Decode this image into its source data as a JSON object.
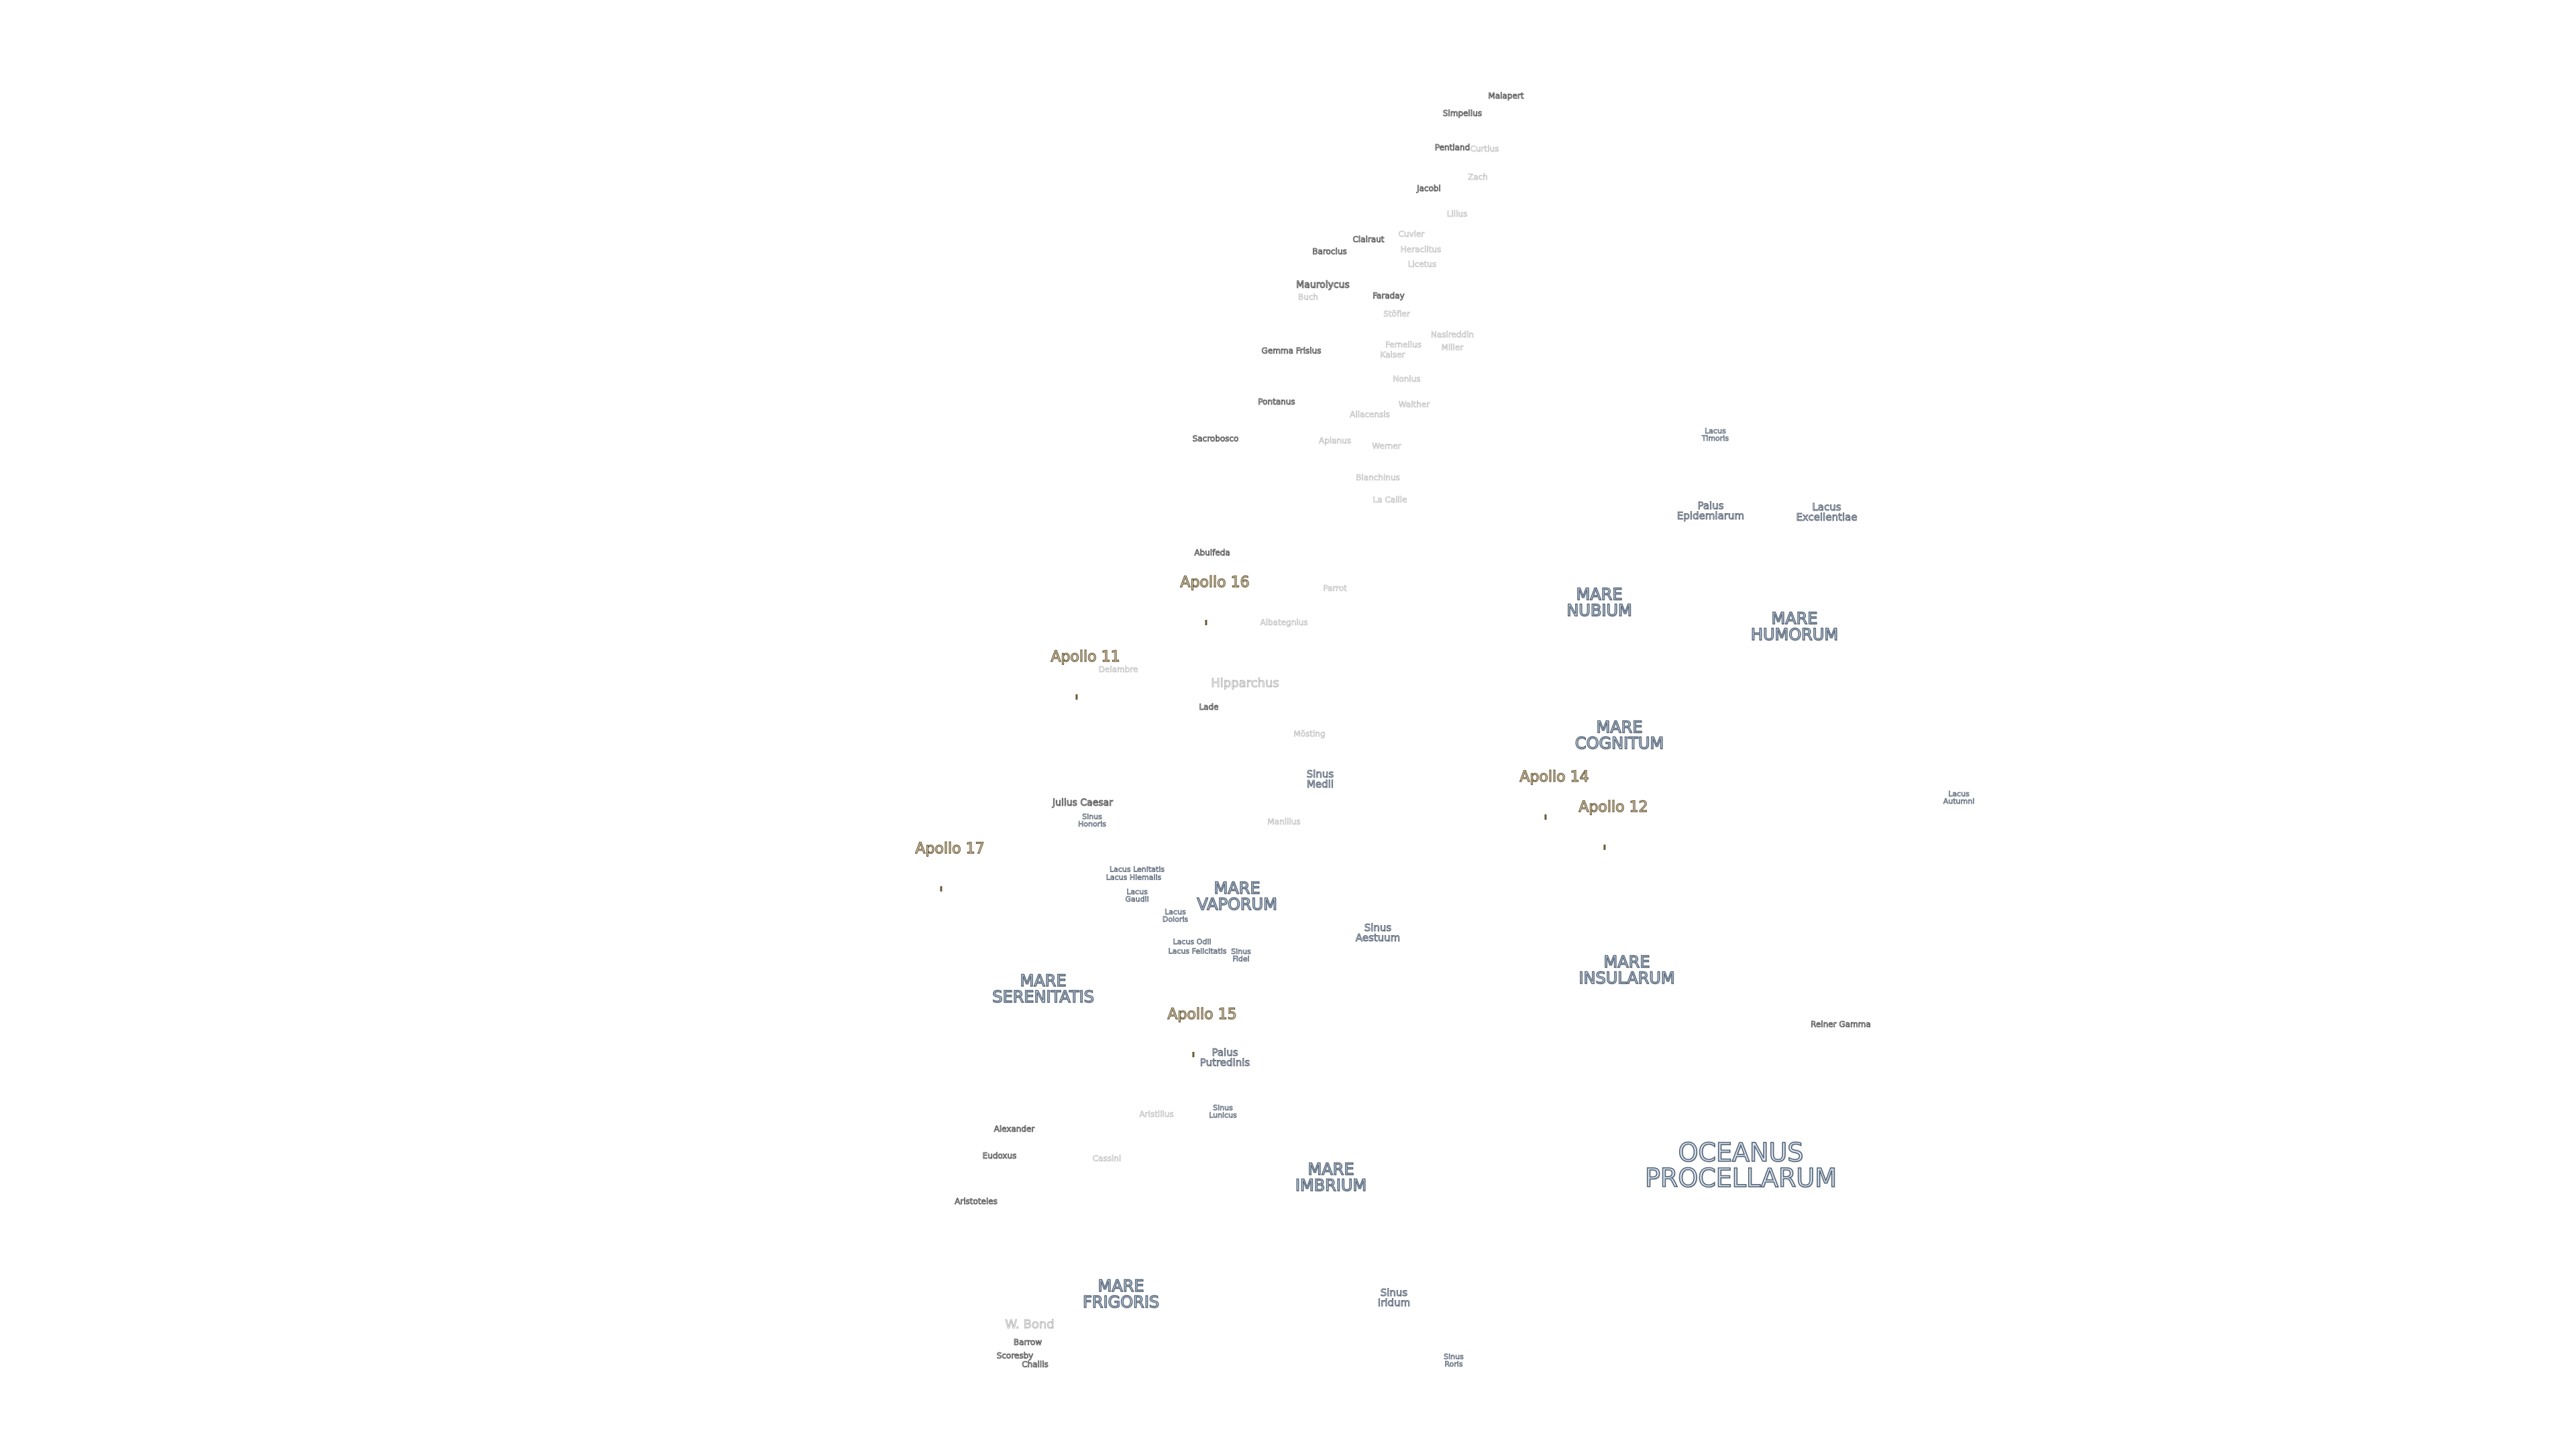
{
  "map": {
    "colors": {
      "background": "#ffffff",
      "mare_text_fill": "#dde6f0",
      "mare_text_outline": "#55667a",
      "crater_text_outline": "#505050",
      "apollo_text_fill": "#fbf3e0",
      "apollo_text_outline": "#6b5a38"
    },
    "labels": {
      "malapert": "Malapert",
      "simpelius": "Simpelius",
      "pentland": "Pentland",
      "curtius": "Curtius",
      "zach": "Zach",
      "jacobi": "Jacobi",
      "lilius": "Lilius",
      "clairaut": "Clairaut",
      "cuvier": "Cuvier",
      "barocius": "Barocius",
      "heraclitus": "Heraclitus",
      "licetus": "Licetus",
      "maurolycus": "Maurolycus",
      "buch": "Buch",
      "faraday": "Faraday",
      "stofler": "Stöfler",
      "gemma_frisius": "Gemma Frisius",
      "fernelius": "Fernelius",
      "nasireddin": "Nasireddin",
      "kaiser": "Kaiser",
      "miller": "Miller",
      "nonius": "Nonius",
      "pontanus": "Pontanus",
      "walther": "Walther",
      "aliacensis": "Aliacensis",
      "sacrobosco": "Sacrobosco",
      "apianus": "Apianus",
      "werner": "Werner",
      "blanchinus": "Blanchinus",
      "la_caille": "La Caille",
      "abulfeda": "Abulfeda",
      "parrot": "Parrot",
      "albategnius": "Albategnius",
      "delambre": "Delambre",
      "hipparchus": "Hipparchus",
      "lade": "Lade",
      "mosting": "Mösting",
      "julius_caesar": "Julius Caesar",
      "sinus_honoris": "Sinus\nHonoris",
      "manilius": "Manilius",
      "aristillus": "Aristillus",
      "alexander": "Alexander",
      "eudoxus": "Eudoxus",
      "cassini": "Cassini",
      "aristoteles": "Aristoteles",
      "w_bond": "W. Bond",
      "barrow": "Barrow",
      "scoresby": "Scoresby",
      "challis": "Challis",
      "reiner_gamma": "Reiner Gamma",
      "lacus_timoris": "Lacus\nTimoris",
      "palus_epidemiarum": "Palus\nEpidemiarum",
      "lacus_excellentiae": "Lacus\nExcellentiae",
      "mare_nubium": "MARE\nNUBIUM",
      "mare_humorum": "MARE\nHUMORUM",
      "mare_cognitum": "MARE\nCOGNITUM",
      "lacus_autumni": "Lacus\nAutumni",
      "sinus_medii": "Sinus\nMedii",
      "mare_vaporum": "MARE\nVAPORUM",
      "lacus_lenitatis": "Lacus Lenitatis",
      "lacus_hiemalis": "Lacus Hiemalis",
      "lacus_gaudii": "Lacus\nGaudii",
      "lacus_doloris": "Lacus\nDoloris",
      "lacus_odii": "Lacus Odii",
      "lacus_felicitatis": "Lacus Felicitatis",
      "sinus_fidei": "Sinus\nFidei",
      "sinus_aestuum": "Sinus\nAestuum",
      "mare_insularum": "MARE\nINSULARUM",
      "mare_serenitatis": "MARE\nSERENITATIS",
      "palus_putredinis": "Palus\nPutredinis",
      "sinus_lunicus": "Sinus\nLunicus",
      "mare_imbrium": "MARE\nIMBRIUM",
      "oceanus_procellarum": "OCEANUS\nPROCELLARUM",
      "mare_frigoris": "MARE\nFRIGORIS",
      "sinus_iridum": "Sinus\nIridum",
      "sinus_roris": "Sinus\nRoris",
      "apollo_16": "Apollo 16",
      "apollo_11": "Apollo 11",
      "apollo_14": "Apollo 14",
      "apollo_12": "Apollo 12",
      "apollo_17": "Apollo 17",
      "apollo_15": "Apollo 15"
    }
  }
}
